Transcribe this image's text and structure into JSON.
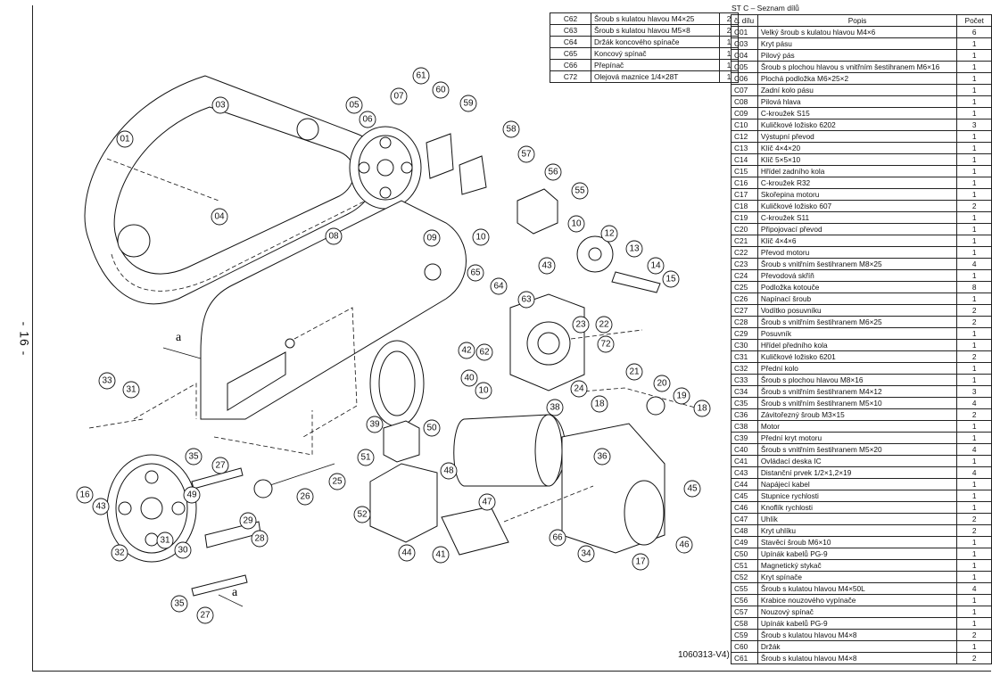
{
  "page_number": "- 16 -",
  "drawing_code": "1060313-V4)",
  "diagram": {
    "labels": [
      "a",
      "a"
    ],
    "callouts": [
      "01",
      "03",
      "04",
      "05",
      "06",
      "07",
      "08",
      "09",
      "10",
      "10",
      "10",
      "12",
      "13",
      "14",
      "15",
      "16",
      "17",
      "18",
      "18",
      "19",
      "20",
      "21",
      "22",
      "23",
      "24",
      "25",
      "26",
      "27",
      "27",
      "28",
      "29",
      "30",
      "31",
      "31",
      "32",
      "33",
      "34",
      "35",
      "35",
      "36",
      "38",
      "39",
      "40",
      "41",
      "42",
      "43",
      "43",
      "44",
      "45",
      "46",
      "47",
      "48",
      "49",
      "50",
      "51",
      "52",
      "55",
      "56",
      "57",
      "58",
      "59",
      "60",
      "61",
      "62",
      "63",
      "64",
      "65",
      "66",
      "72"
    ]
  },
  "small_table": [
    [
      "C62",
      "Šroub s kulatou hlavou M4×25",
      "2"
    ],
    [
      "C63",
      "Šroub s kulatou hlavou M5×8",
      "2"
    ],
    [
      "C64",
      "Držák koncového spínače",
      "1"
    ],
    [
      "C65",
      "Koncový spínač",
      "1"
    ],
    [
      "C66",
      "Přepínač",
      "1"
    ],
    [
      "C72",
      "Olejová maznice 1/4×28T",
      "1"
    ]
  ],
  "parts_list": {
    "title": "ST C – Seznam dílů",
    "headers": [
      "č. dílu",
      "Popis",
      "Počet"
    ],
    "rows": [
      [
        "C01",
        "Velký šroub s kulatou hlavou M4×6",
        "6"
      ],
      [
        "C03",
        "Kryt pásu",
        "1"
      ],
      [
        "C04",
        "Pilový pás",
        "1"
      ],
      [
        "C05",
        "Šroub s plochou hlavou s vnitřním šestihranem M6×16",
        "1"
      ],
      [
        "C06",
        "Plochá podložka M6×25×2",
        "1"
      ],
      [
        "C07",
        "Zadní kolo pásu",
        "1"
      ],
      [
        "C08",
        "Pilová hlava",
        "1"
      ],
      [
        "C09",
        "C-kroužek S15",
        "1"
      ],
      [
        "C10",
        "Kuličkové ložisko 6202",
        "3"
      ],
      [
        "C12",
        "Výstupní převod",
        "1"
      ],
      [
        "C13",
        "Klíč 4×4×20",
        "1"
      ],
      [
        "C14",
        "Klíč 5×5×10",
        "1"
      ],
      [
        "C15",
        "Hřídel zadního kola",
        "1"
      ],
      [
        "C16",
        "C-kroužek R32",
        "1"
      ],
      [
        "C17",
        "Skořepina motoru",
        "1"
      ],
      [
        "C18",
        "Kuličkové ložisko 607",
        "2"
      ],
      [
        "C19",
        "C-kroužek S11",
        "1"
      ],
      [
        "C20",
        "Připojovací převod",
        "1"
      ],
      [
        "C21",
        "Klíč 4×4×6",
        "1"
      ],
      [
        "C22",
        "Převod motoru",
        "1"
      ],
      [
        "C23",
        "Šroub s vnitřním šestihranem M8×25",
        "4"
      ],
      [
        "C24",
        "Převodová skříň",
        "1"
      ],
      [
        "C25",
        "Podložka kotouče",
        "8"
      ],
      [
        "C26",
        "Napínací šroub",
        "1"
      ],
      [
        "C27",
        "Vodítko posuvníku",
        "2"
      ],
      [
        "C28",
        "Šroub s vnitřním šestihranem M6×25",
        "2"
      ],
      [
        "C29",
        "Posuvník",
        "1"
      ],
      [
        "C30",
        "Hřídel předního kola",
        "1"
      ],
      [
        "C31",
        "Kuličkové ložisko 6201",
        "2"
      ],
      [
        "C32",
        "Přední kolo",
        "1"
      ],
      [
        "C33",
        "Šroub s plochou hlavou M8×16",
        "1"
      ],
      [
        "C34",
        "Šroub s vnitřním šestihranem M4×12",
        "3"
      ],
      [
        "C35",
        "Šroub s vnitřním šestihranem M5×10",
        "4"
      ],
      [
        "C36",
        "Závitořezný šroub M3×15",
        "2"
      ],
      [
        "C38",
        "Motor",
        "1"
      ],
      [
        "C39",
        "Přední kryt motoru",
        "1"
      ],
      [
        "C40",
        "Šroub s vnitřním šestihranem M5×20",
        "4"
      ],
      [
        "C41",
        "Ovládací deska IC",
        "1"
      ],
      [
        "C43",
        "Distanční prvek 1/2×1,2×19",
        "4"
      ],
      [
        "C44",
        "Napájecí kabel",
        "1"
      ],
      [
        "C45",
        "Stupnice rychlosti",
        "1"
      ],
      [
        "C46",
        "Knoflík rychlosti",
        "1"
      ],
      [
        "C47",
        "Uhlík",
        "2"
      ],
      [
        "C48",
        "Kryt uhlíku",
        "2"
      ],
      [
        "C49",
        "Stavěcí šroub M6×10",
        "1"
      ],
      [
        "C50",
        "Upínák kabelů PG-9",
        "1"
      ],
      [
        "C51",
        "Magnetický stykač",
        "1"
      ],
      [
        "C52",
        "Kryt spínače",
        "1"
      ],
      [
        "C55",
        "Šroub s kulatou hlavou M4×50L",
        "4"
      ],
      [
        "C56",
        "Krabice nouzového vypínače",
        "1"
      ],
      [
        "C57",
        "Nouzový spínač",
        "1"
      ],
      [
        "C58",
        "Upínák kabelů PG-9",
        "1"
      ],
      [
        "C59",
        "Šroub s kulatou hlavou M4×8",
        "2"
      ],
      [
        "C60",
        "Držák",
        "1"
      ],
      [
        "C61",
        "Šroub s kulatou hlavou M4×8",
        "2"
      ]
    ]
  }
}
